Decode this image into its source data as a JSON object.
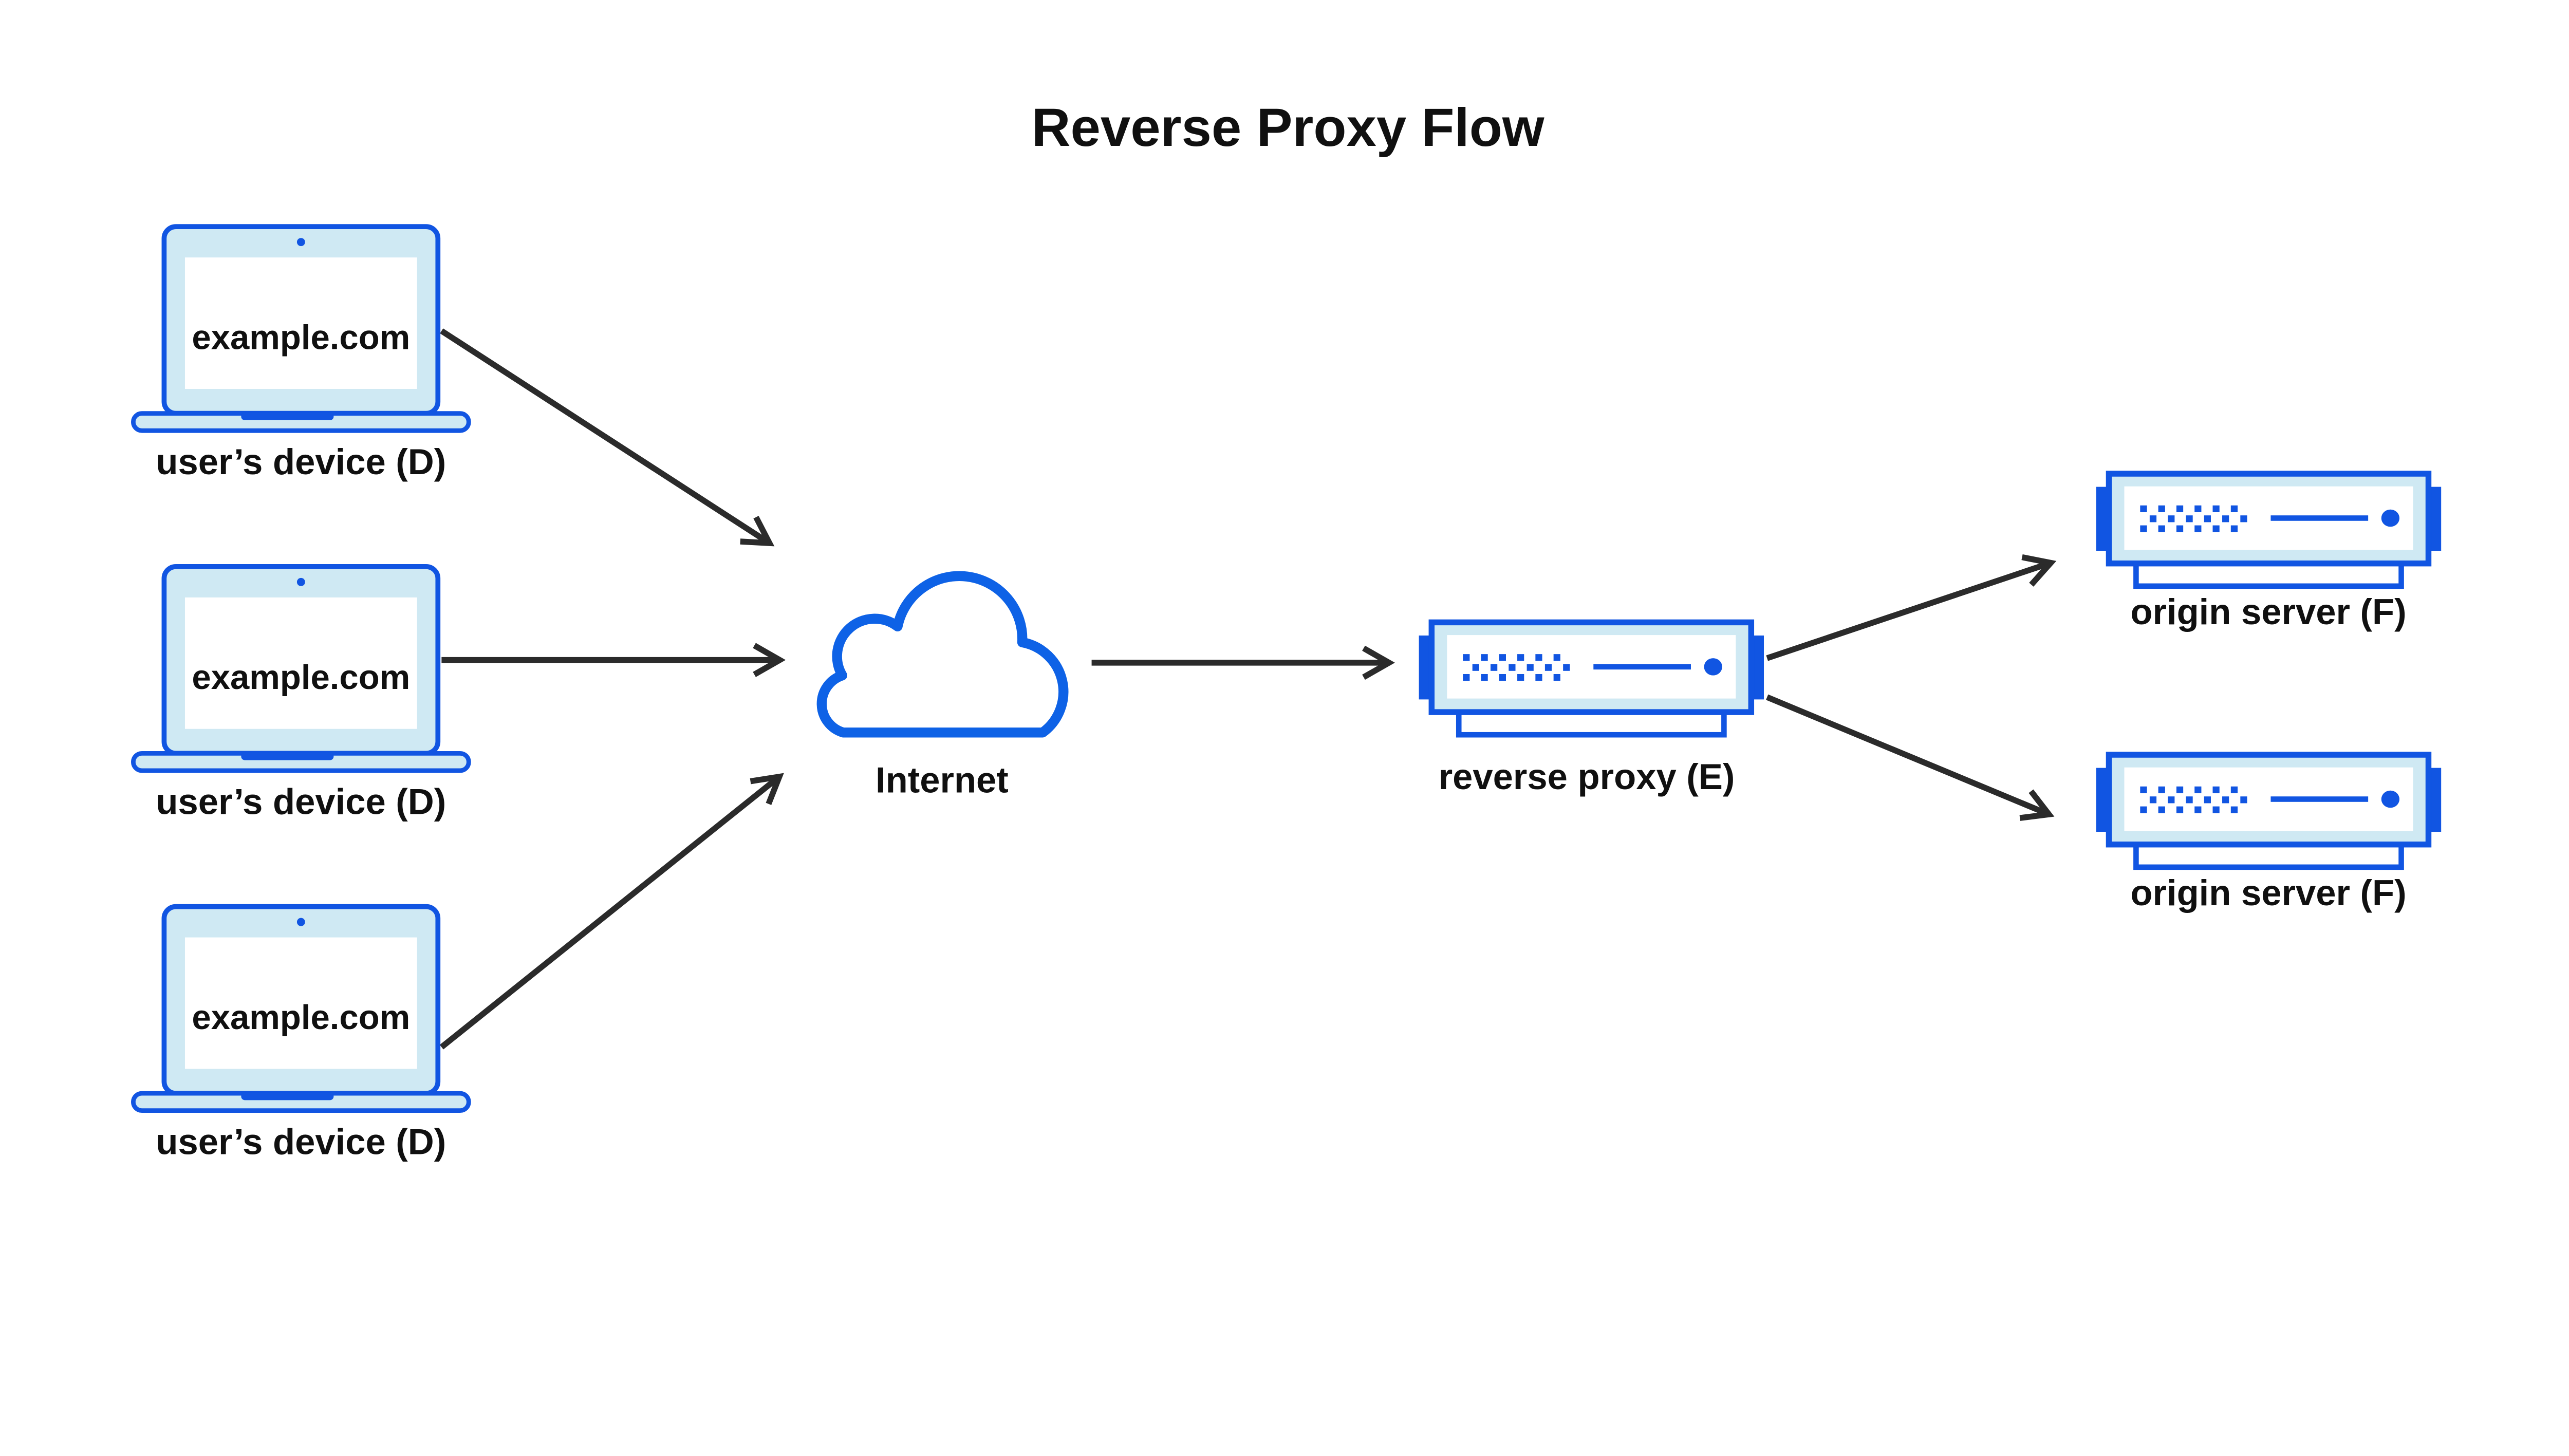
{
  "title": "Reverse Proxy Flow",
  "nodes": {
    "devices": [
      {
        "id": "user-device-1",
        "screen_text": "example.com",
        "label": "user’s device (D)"
      },
      {
        "id": "user-device-2",
        "screen_text": "example.com",
        "label": "user’s device (D)"
      },
      {
        "id": "user-device-3",
        "screen_text": "example.com",
        "label": "user’s device (D)"
      }
    ],
    "internet": {
      "id": "internet",
      "label": "Internet",
      "icon": "cloud-icon"
    },
    "reverse_proxy": {
      "id": "reverse-proxy",
      "label": "reverse proxy (E)",
      "icon": "server-icon"
    },
    "origin_servers": [
      {
        "id": "origin-server-1",
        "label": "origin server (F)",
        "icon": "server-icon"
      },
      {
        "id": "origin-server-2",
        "label": "origin server (F)",
        "icon": "server-icon"
      }
    ]
  },
  "edges": [
    {
      "from": "user-device-1",
      "to": "internet"
    },
    {
      "from": "user-device-2",
      "to": "internet"
    },
    {
      "from": "user-device-3",
      "to": "internet"
    },
    {
      "from": "internet",
      "to": "reverse-proxy"
    },
    {
      "from": "reverse-proxy",
      "to": "origin-server-1"
    },
    {
      "from": "reverse-proxy",
      "to": "origin-server-2"
    }
  ],
  "colors": {
    "blue": "#1155e2",
    "light": "#cfe9f3",
    "cloud": "#0e62e6",
    "arrow": "#2b2b2b",
    "text": "#101010",
    "bg": "#ffffff"
  }
}
